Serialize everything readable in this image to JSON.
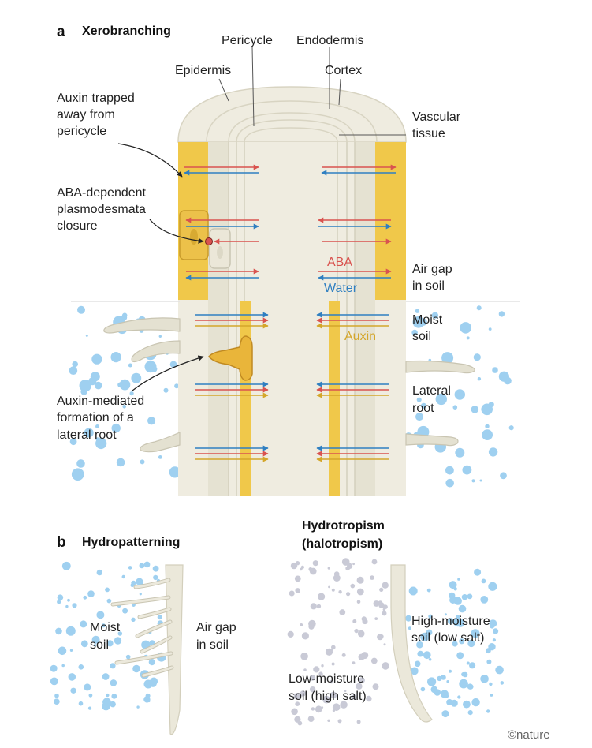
{
  "panel_a": {
    "letter": "a",
    "title": "Xerobranching",
    "labels": {
      "pericycle": "Pericycle",
      "endodermis": "Endodermis",
      "epidermis": "Epidermis",
      "cortex": "Cortex",
      "vascular_1": "Vascular",
      "vascular_2": "tissue",
      "auxin_trapped_1": "Auxin trapped",
      "auxin_trapped_2": "away from",
      "auxin_trapped_3": "pericycle",
      "aba_dep_1": "ABA-dependent",
      "aba_dep_2": "plasmodesmata",
      "aba_dep_3": "closure",
      "air_gap_1": "Air gap",
      "air_gap_2": "in soil",
      "moist_1": "Moist",
      "moist_2": "soil",
      "lateral_1": "Lateral",
      "lateral_2": "root",
      "auxin_mediated_1": "Auxin-mediated",
      "auxin_mediated_2": "formation of a",
      "auxin_mediated_3": "lateral root"
    },
    "legend": {
      "aba": "ABA",
      "water": "Water",
      "auxin": "Auxin"
    }
  },
  "panel_b": {
    "letter": "b",
    "title": "Hydropatterning",
    "moist_1": "Moist",
    "moist_2": "soil",
    "air_gap_1": "Air gap",
    "air_gap_2": "in soil"
  },
  "panel_c": {
    "title_1": "Hydrotropism",
    "title_2": "(halotropism)",
    "high_1": "High-moisture",
    "high_2": "soil (low salt)",
    "low_1": "Low-moisture",
    "low_2": "soil (high salt)"
  },
  "credit": "©nature",
  "colors": {
    "aba": "#d9534f",
    "water": "#2f7fc1",
    "auxin": "#d4a62a",
    "yellow_zone": "#f0c84a",
    "root_body": "#efece0",
    "droplet": "#9fd0f0",
    "salt": "#c9cad6"
  }
}
